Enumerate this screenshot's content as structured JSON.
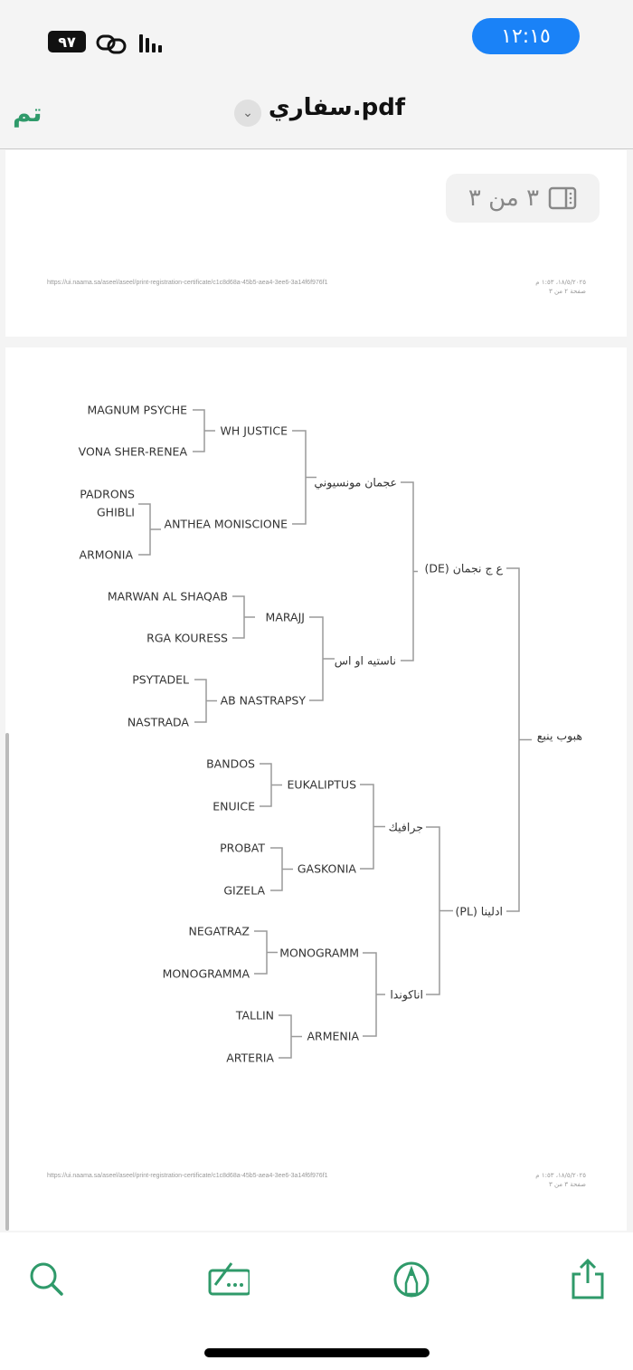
{
  "status_bar": {
    "time": "١٢:١٥",
    "battery": "٩٧"
  },
  "header": {
    "title": "سفاري.pdf",
    "done": "تم"
  },
  "page_indicator": "٣ من ٣",
  "pages": [
    {
      "url": "https://ui.naama.sa/aseel/aseel/print-registration-certificate/c1c8d68a-45b5-aea4-3ee6-3a14f6f976f1",
      "date": "١٨/٥/٢٠٢٥، ١:٥٣ م",
      "page": "صفحة ٢ من ٣"
    },
    {
      "url": "https://ui.naama.sa/aseel/aseel/print-registration-certificate/c1c8d68a-45b5-aea4-3ee6-3a14f6f976f1",
      "date": "١٨/٥/٢٠٢٥، ١:٥٣ م",
      "page": "صفحة ٣ من ٣"
    }
  ],
  "pedigree": {
    "horse": "هبوب ينبع",
    "sire": "ع ج نجمان (DE)",
    "dam": "ادلينا (PL)",
    "ss": "عجمان مونسيوني",
    "sd": "ناستيه او اس",
    "ds": "جرافيك",
    "dd": "اناكوندا",
    "sss": "WH JUSTICE",
    "ssd": "ANTHEA MONISCIONE",
    "sds": "MARAJJ",
    "sdd": "AB NASTRAPSY",
    "dss": "EUKALIPTUS",
    "dsd": "GASKONIA",
    "dds": "MONOGRAMM",
    "ddd": "ARMENIA",
    "ssss": "MAGNUM PSYCHE",
    "sssd": "VONA SHER-RENEA",
    "ssds_extra": "PADRONS",
    "ssds": "GHIBLI",
    "ssdd": "ARMONIA",
    "sdss": "MARWAN AL SHAQAB",
    "sdsd": "RGA KOURESS",
    "sdds": "PSYTADEL",
    "sddd": "NASTRADA",
    "dsss": "BANDOS",
    "dssd": "ENUICE",
    "dsds": "PROBAT",
    "dsdd": "GIZELA",
    "ddss": "NEGATRAZ",
    "ddsd": "MONOGRAMMA",
    "ddds": "TALLIN",
    "dddd": "ARTERIA"
  },
  "toolbar": [
    "search-icon",
    "markup-signature-icon",
    "annotate-icon",
    "share-icon"
  ]
}
